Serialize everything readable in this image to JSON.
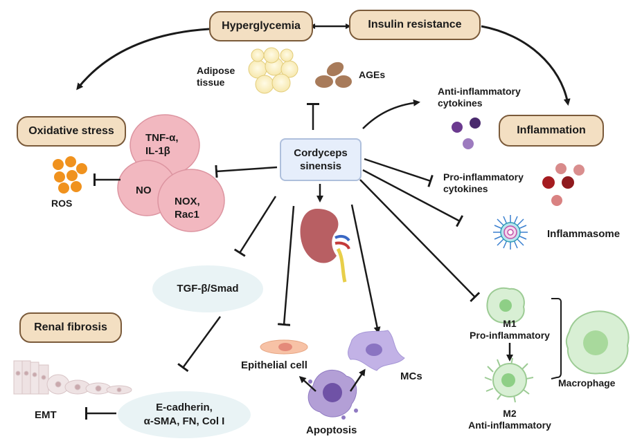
{
  "nodes": {
    "hyperglycemia": "Hyperglycemia",
    "insulin_resistance": "Insulin resistance",
    "oxidative_stress": "Oxidative stress",
    "inflammation": "Inflammation",
    "renal_fibrosis": "Renal fibrosis",
    "cordyceps": [
      "Cordyceps",
      "sinensis"
    ],
    "adipose": [
      "Adipose",
      "tissue"
    ],
    "ages": "AGEs",
    "anti_cytokines": [
      "Anti-inflammatory",
      "cytokines"
    ],
    "pro_cytokines": [
      "Pro-inflammatory",
      "cytokines"
    ],
    "inflammasome": "Inflammasome",
    "tnf": [
      "TNF-α,",
      "IL-1β"
    ],
    "no": "NO",
    "nox": [
      "NOX,",
      "Rac1"
    ],
    "ros": "ROS",
    "tgf": "TGF-β/Smad",
    "emt_markers": [
      "E-cadherin,",
      "α-SMA, FN, Col I"
    ],
    "emt": "EMT",
    "epithelial_cell": "Epithelial cell",
    "mcs": "MCs",
    "apoptosis": "Apoptosis",
    "m1": [
      "M1",
      "Pro-inflammatory"
    ],
    "m2": [
      "M2",
      "Anti-inflammatory"
    ],
    "macrophage": "Macrophage"
  },
  "colors": {
    "pill_fill": "#f3dfc2",
    "pill_border": "#7a5a3a",
    "cordyceps_fill": "#e6eefb",
    "blob_fill": "#f2b8c0",
    "ellipse_fill": "#e9f3f5",
    "ros_fill": "#f0921e",
    "arrow": "#1a1a1a"
  },
  "icons": [
    "adipose-cells-icon",
    "ages-icon",
    "anti-cytokine-dots-icon",
    "pro-cytokine-dots-icon",
    "inflammasome-icon",
    "ros-dots-icon",
    "kidney-icon",
    "epithelial-cell-icon",
    "mc-cell-icon",
    "apoptosis-cell-icon",
    "m1-macrophage-icon",
    "m2-macrophage-icon",
    "macrophage-icon",
    "emt-cells-icon"
  ]
}
